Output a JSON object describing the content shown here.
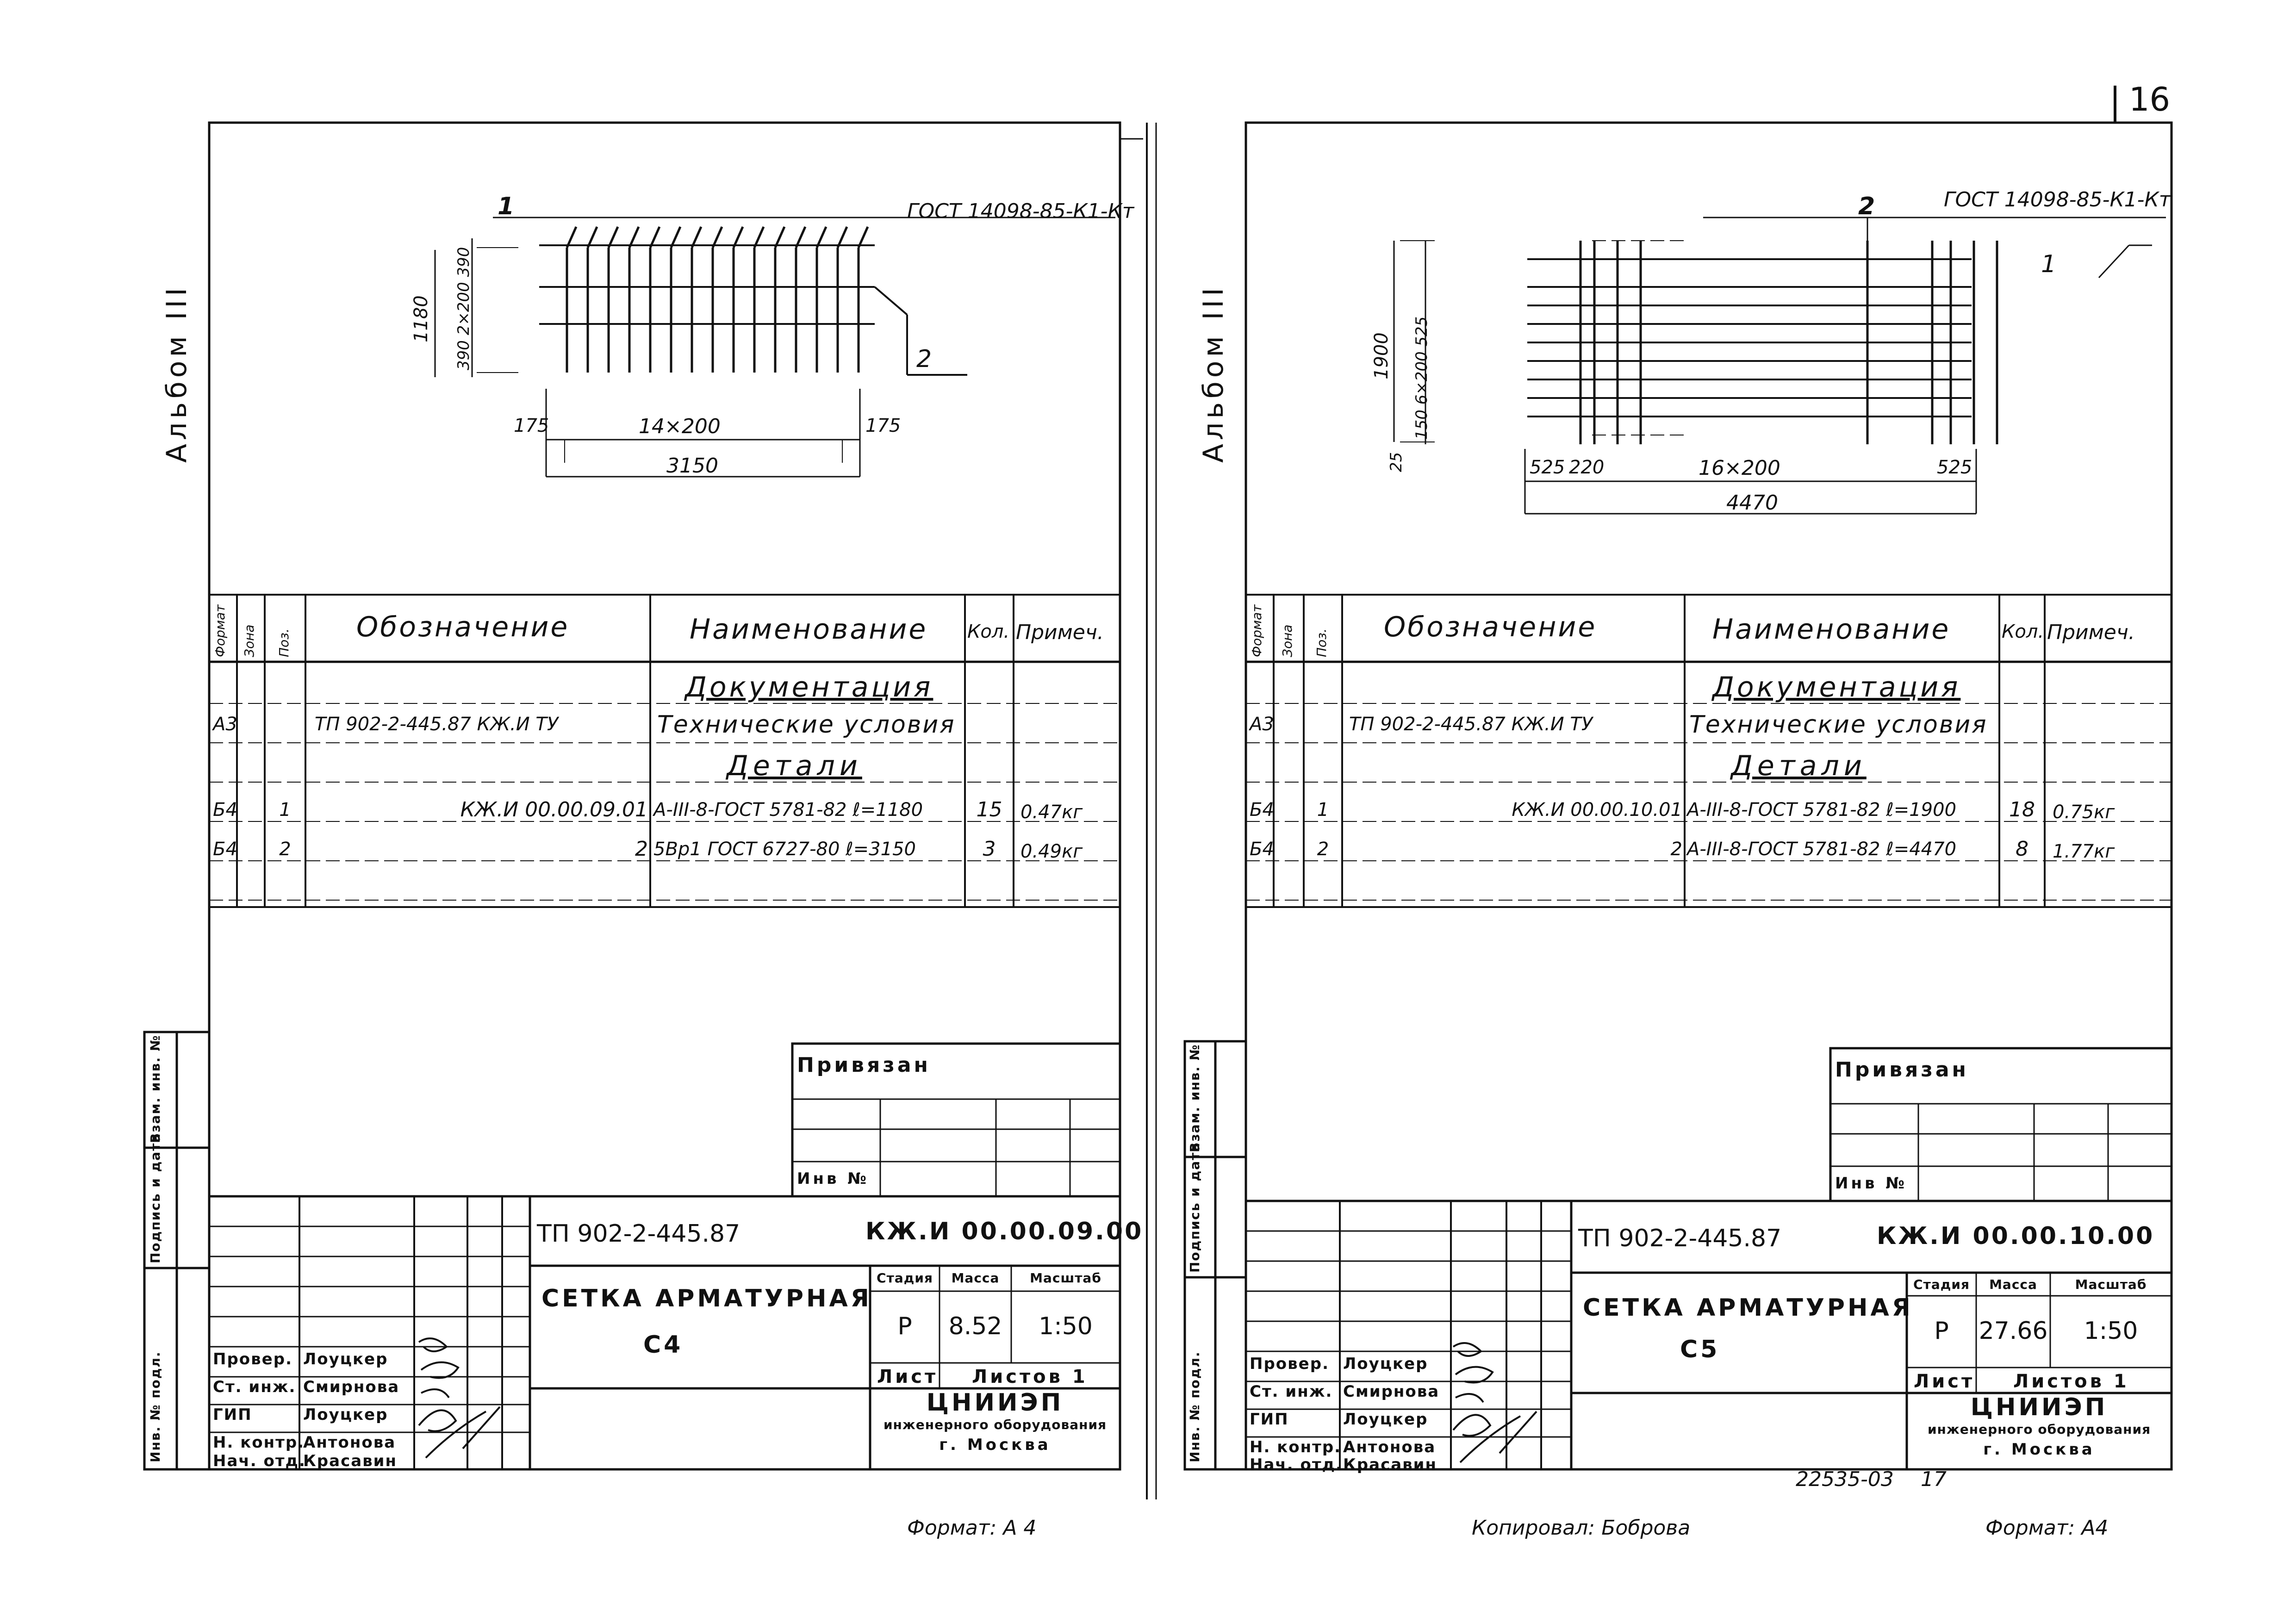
{
  "page_number": "16",
  "footer": {
    "format_left": "Формат: А 4",
    "copied": "Копировал: Боброва",
    "format_right": "Формат: А4",
    "order_code": "22535-03",
    "order_page": "17"
  },
  "sheets": [
    {
      "album": "Альбом III",
      "drawing": {
        "callout_1": "1",
        "callout_2": "2",
        "gost_mark": "ГОСТ 14098-85-К1-Кт",
        "dim_height": "1180",
        "dim_vertical": "390 2×200 390",
        "dim_left": "175",
        "dim_mid": "14×200",
        "dim_right": "175",
        "dim_total": "3150"
      },
      "spec": {
        "headers": [
          "Формат",
          "Зона",
          "Поз.",
          "Обозначение",
          "Наименование",
          "Кол.",
          "Примеч."
        ],
        "section_docs": "Документация",
        "section_parts": "Детали",
        "rows": [
          {
            "format": "А3",
            "pos": "",
            "code": "ТП 902-2-445.87  КЖ.И ТУ",
            "name": "Технические условия",
            "qty": "",
            "note": ""
          },
          {
            "format": "Б4",
            "pos": "1",
            "code": "КЖ.И 00.00.09.01",
            "name": "A-III-8-ГОСТ 5781-82 ℓ=1180",
            "qty": "15",
            "note": "0.47кг"
          },
          {
            "format": "Б4",
            "pos": "2",
            "code": "2",
            "name": "5Вр1 ГОСТ 6727-80 ℓ=3150",
            "qty": "3",
            "note": "0.49кг"
          }
        ]
      },
      "stamp": {
        "bound": "Привязан",
        "inv_no": "Инв №",
        "side": [
          "Инв. № подл.",
          "Подпись и дата",
          "Взам. инв. №"
        ],
        "project": "ТП 902-2-445.87",
        "code": "КЖ.И 00.00.09.00",
        "title": "СЕТКА АРМАТУРНАЯ",
        "mark": "С4",
        "stage_h": "Стадия",
        "mass_h": "Масса",
        "scale_h": "Масштаб",
        "stage": "Р",
        "mass": "8.52",
        "scale": "1:50",
        "sheet_h": "Лист",
        "sheets_h": "Листов 1",
        "org_line1": "ЦНИИЭП",
        "org_line2": "инженерного оборудования",
        "org_line3": "г. Москва",
        "people": [
          {
            "role": "Провер.",
            "name": "Лоуцкер"
          },
          {
            "role": "Ст. инж.",
            "name": "Смирнова"
          },
          {
            "role": "ГИП",
            "name": "Лоуцкер"
          },
          {
            "role": "Н. контр.",
            "name": "Антонова"
          },
          {
            "role": "Нач. отд.",
            "name": "Красавин"
          }
        ]
      }
    },
    {
      "album": "Альбом III",
      "drawing": {
        "callout_1": "1",
        "callout_2": "2",
        "gost_mark": "ГОСТ 14098-85-К1-Кт",
        "dim_height": "1900",
        "dim_vertical": "150 6×200 525",
        "dim_small": "25",
        "dim_left": "525",
        "dim_left2": "220",
        "dim_mid": "16×200",
        "dim_right": "525",
        "dim_total": "4470"
      },
      "spec": {
        "headers": [
          "Формат",
          "Зона",
          "Поз.",
          "Обозначение",
          "Наименование",
          "Кол.",
          "Примеч."
        ],
        "section_docs": "Документация",
        "section_parts": "Детали",
        "rows": [
          {
            "format": "А3",
            "pos": "",
            "code": "ТП 902-2-445.87  КЖ.И ТУ",
            "name": "Технические условия",
            "qty": "",
            "note": ""
          },
          {
            "format": "Б4",
            "pos": "1",
            "code": "КЖ.И 00.00.10.01",
            "name": "A-III-8-ГОСТ 5781-82 ℓ=1900",
            "qty": "18",
            "note": "0.75кг"
          },
          {
            "format": "Б4",
            "pos": "2",
            "code": "2",
            "name": "A-III-8-ГОСТ 5781-82 ℓ=4470",
            "qty": "8",
            "note": "1.77кг"
          }
        ]
      },
      "stamp": {
        "bound": "Привязан",
        "inv_no": "Инв №",
        "side": [
          "Инв. № подл.",
          "Подпись и дата",
          "Взам. инв. №"
        ],
        "project": "ТП 902-2-445.87",
        "code": "КЖ.И 00.00.10.00",
        "title": "СЕТКА АРМАТУРНАЯ",
        "mark": "С5",
        "stage_h": "Стадия",
        "mass_h": "Масса",
        "scale_h": "Масштаб",
        "stage": "Р",
        "mass": "27.66",
        "scale": "1:50",
        "sheet_h": "Лист",
        "sheets_h": "Листов 1",
        "org_line1": "ЦНИИЭП",
        "org_line2": "инженерного оборудования",
        "org_line3": "г. Москва",
        "people": [
          {
            "role": "Провер.",
            "name": "Лоуцкер"
          },
          {
            "role": "Ст. инж.",
            "name": "Смирнова"
          },
          {
            "role": "ГИП",
            "name": "Лоуцкер"
          },
          {
            "role": "Н. контр.",
            "name": "Антонова"
          },
          {
            "role": "Нач. отд.",
            "name": "Красавин"
          }
        ]
      }
    }
  ]
}
